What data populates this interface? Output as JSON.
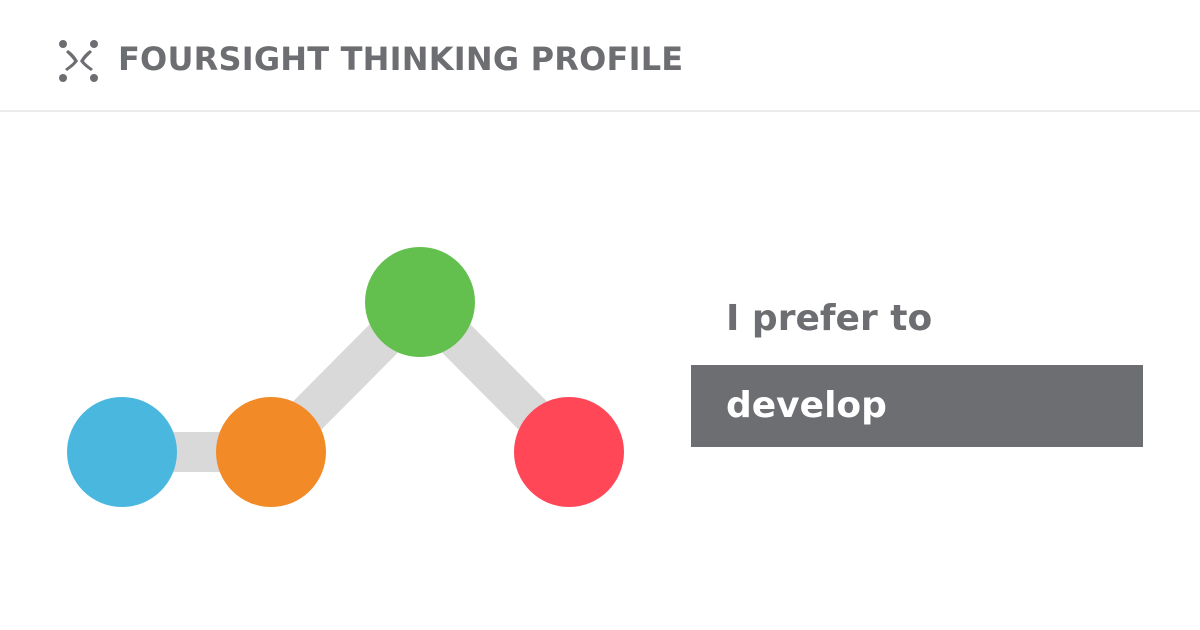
{
  "header": {
    "title": "FOURSIGHT THINKING PROFILE",
    "logo_icon": "foursight-logo-icon"
  },
  "profile": {
    "nodes": [
      {
        "name": "node-blue",
        "color": "#4ab8de"
      },
      {
        "name": "node-orange",
        "color": "#f28a27"
      },
      {
        "name": "node-green",
        "color": "#64c04e"
      },
      {
        "name": "node-red",
        "color": "#ff4757"
      }
    ],
    "connector_color": "#d9d9d9"
  },
  "preference": {
    "label": "I prefer to",
    "value": "develop"
  },
  "colors": {
    "text_gray": "#6d6e71",
    "box_bg": "#6d6e71"
  }
}
